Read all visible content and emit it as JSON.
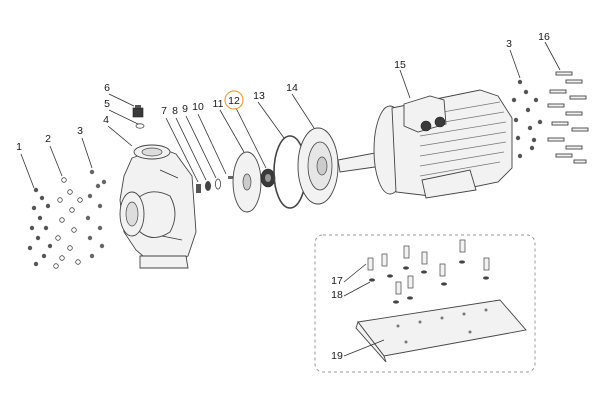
{
  "callouts": {
    "c1": "1",
    "c2": "2",
    "c3a": "3",
    "c4": "4",
    "c5": "5",
    "c6": "6",
    "c7": "7",
    "c8": "8",
    "c9": "9",
    "c10": "10",
    "c11": "11",
    "c12": "12",
    "c13": "13",
    "c14": "14",
    "c15": "15",
    "c3b": "3",
    "c16": "16",
    "c17": "17",
    "c18": "18",
    "c19": "19"
  },
  "colors": {
    "highlight": "#f0a040",
    "line": "#333333",
    "part_fill": "#f2f2f2"
  }
}
